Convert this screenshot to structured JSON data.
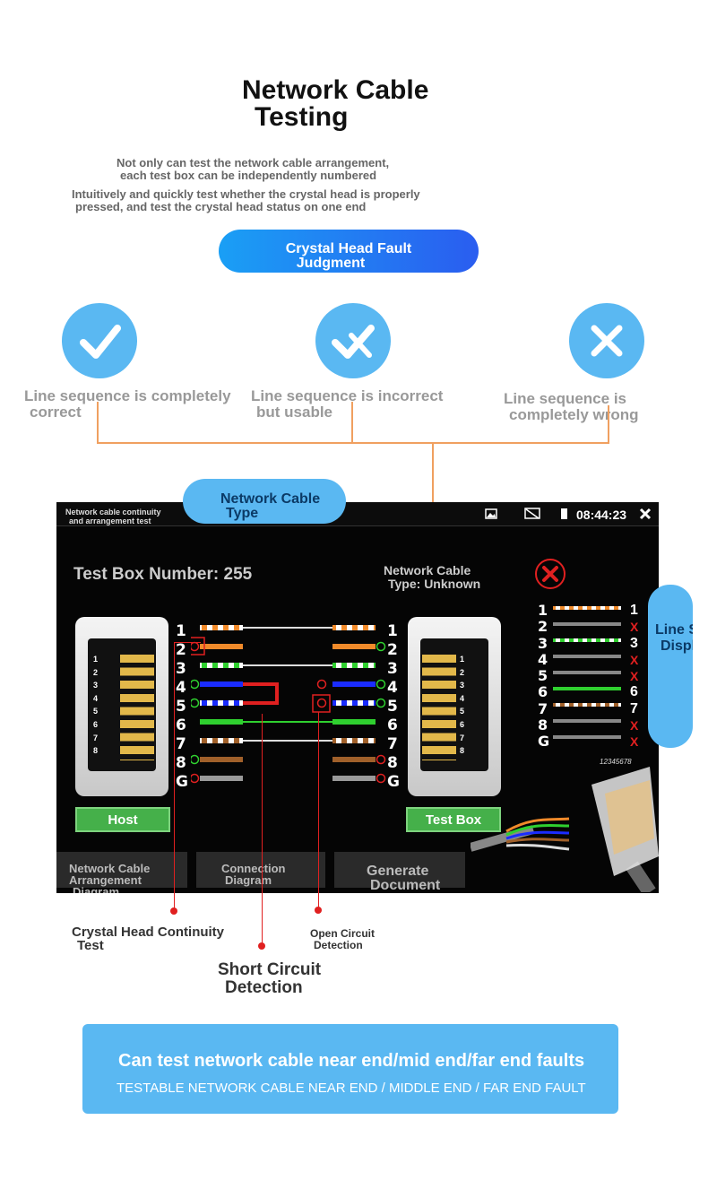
{
  "header": {
    "title_line1": "Network Cable",
    "title_line2": "Testing",
    "desc1_line1": "Not only can test the network cable arrangement,",
    "desc1_line2": "each test box can be independently numbered",
    "desc2_line1": "Intuitively and quickly test whether the crystal head is properly",
    "desc2_line2": "pressed, and test the crystal head status on one end"
  },
  "judgment_pill": {
    "line1": "Crystal Head Fault",
    "line2": "Judgment"
  },
  "judgments": [
    {
      "icon": "check-icon",
      "line1": "Line sequence is completely",
      "line2": "correct"
    },
    {
      "icon": "check-cross-icon",
      "line1": "Line sequence is incorrect",
      "line2": "but usable"
    },
    {
      "icon": "cross-icon",
      "line1": "Line sequence is",
      "line2": "completely wrong"
    }
  ],
  "bubble": {
    "line1": "Network Cable",
    "line2": "Type"
  },
  "side_bubble": {
    "line1": "Line S",
    "line2": "Displa"
  },
  "screen": {
    "status_title_line1": "Network cable continuity",
    "status_title_line2": "and arrangement test",
    "time": "08:44:23",
    "test_box_number": "Test Box Number: 255",
    "cable_type_line1": "Network Cable",
    "cable_type_line2": "Type: Unknown",
    "pins_left": [
      "1",
      "2",
      "3",
      "4",
      "5",
      "6",
      "7",
      "8",
      "G"
    ],
    "pins_right": [
      "1",
      "2",
      "3",
      "4",
      "5",
      "6",
      "7",
      "8",
      "G"
    ],
    "jack_pins": [
      "1",
      "2",
      "3",
      "4",
      "5",
      "6",
      "7",
      "8"
    ],
    "host_button": "Host",
    "testbox_button": "Test Box",
    "tabs": [
      {
        "line1": "Network Cable Arrangement",
        "line2": "Diagram"
      },
      {
        "line1": "Connection",
        "line2": "Diagram"
      },
      {
        "line1": "Generate",
        "line2": "Document"
      }
    ],
    "plug_code": "12345678",
    "seq_left": [
      "1",
      "2",
      "3",
      "4",
      "5",
      "6",
      "7",
      "8",
      "G"
    ],
    "seq_right": [
      "1",
      "X",
      "3",
      "X",
      "X",
      "6",
      "7",
      "X",
      "X"
    ],
    "colors": {
      "orange": "#f08a2a",
      "green": "#2fd02f",
      "blue": "#1a2cff",
      "brown": "#a0602a",
      "gray": "#999999",
      "red": "#e02020"
    }
  },
  "callouts": {
    "continuity_line1": "Crystal Head Continuity",
    "continuity_line2": "Test",
    "open_line1": "Open Circuit",
    "open_line2": "Detection",
    "short_line1": "Short Circuit",
    "short_line2": "Detection"
  },
  "banner": {
    "headline": "Can test network cable near end/mid end/far end faults",
    "subline": "TESTABLE NETWORK CABLE NEAR END / MIDDLE END / FAR END FAULT"
  }
}
